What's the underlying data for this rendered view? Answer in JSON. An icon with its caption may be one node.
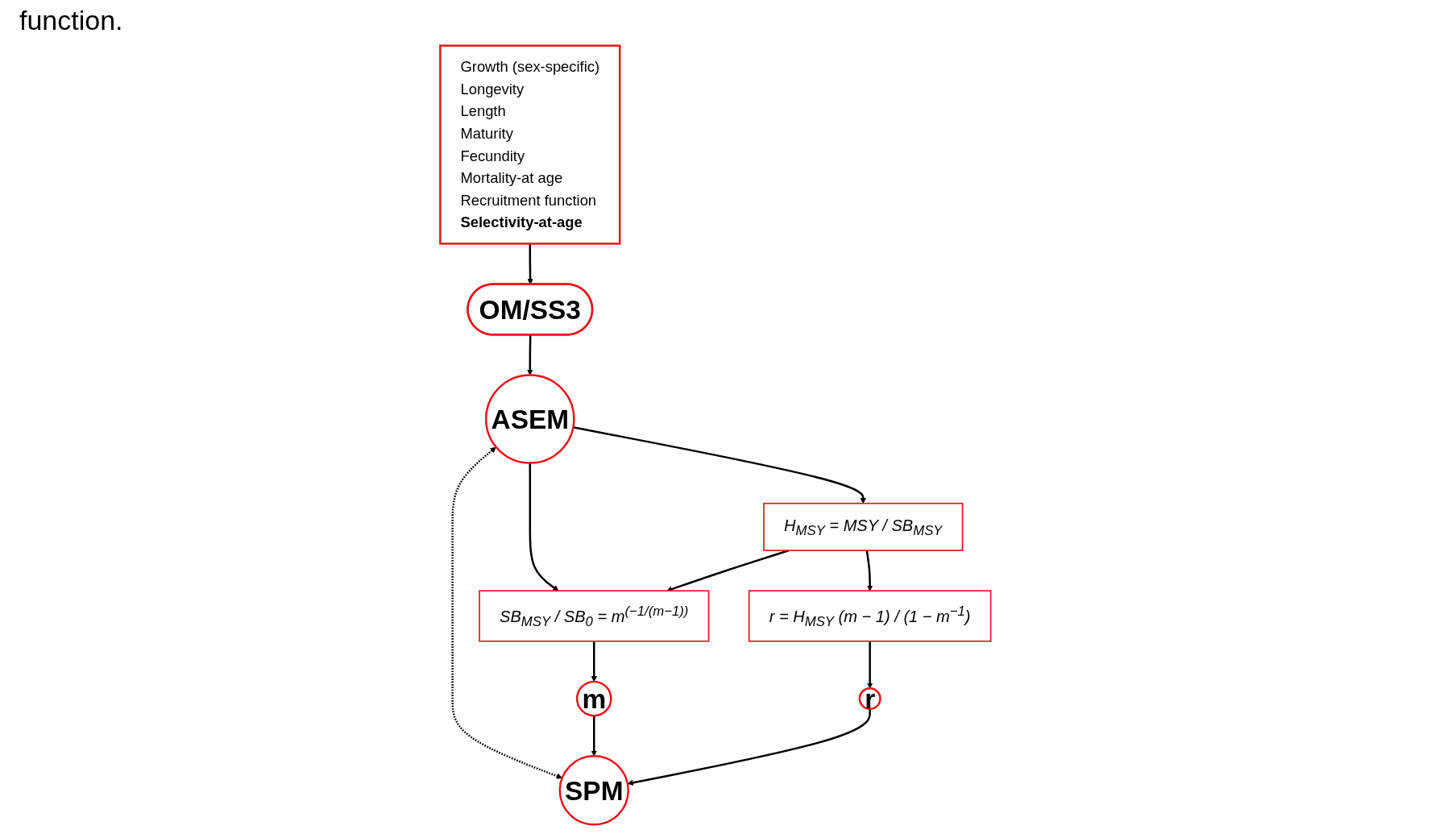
{
  "diagram": {
    "nodes": [
      {
        "text": [
          "Growth (sex-specific)",
          "Longevity",
          "Length",
          "Maturity",
          "Fecundity",
          "Mortality-at age",
          "Recruitment function",
          "Selectivity-at-age"
        ]
      },
      {
        "text": [
          "OM/SS3"
        ]
      },
      {
        "text": [
          "ASEM"
        ]
      },
      {
        "text": [
          "H$_{MSY}$ = MSY / SB$_{MSY}$"
        ]
      },
      {
        "text": [
          "SB$_{MSY}$ / SB$_{0}$ = m$^{(−1/(m−1))}$"
        ]
      },
      {
        "text": [
          "r = H$_{MSY}$ (m − 1) / (1 − m$^{−1}$)"
        ]
      },
      {
        "text": [
          "SPM"
        ]
      },
      {
        "text": [
          "m"
        ]
      },
      {
        "text": [
          "r"
        ]
      }
    ],
    "edges": [
      {
        "from": 0,
        "to": 1,
        "arrow": "to"
      },
      {
        "from": 1,
        "to": 2,
        "arrow": "to"
      },
      {
        "from": 2,
        "to": 3,
        "arrow": "to"
      },
      {
        "from": 2,
        "to": 4,
        "arrow": "to"
      },
      {
        "from": 3,
        "to": 4,
        "arrow": "to"
      },
      {
        "from": 3,
        "to": 5,
        "arrow": "to"
      },
      {
        "from": 2,
        "to": 6,
        "arrow": "both",
        "style": "dashed"
      },
      {
        "from": 4,
        "to": 7,
        "arrow": "to"
      },
      {
        "from": 5,
        "to": 8,
        "arrow": "to"
      },
      {
        "from": 7,
        "to": 6,
        "arrow": "to"
      },
      {
        "from": 8,
        "to": 6,
        "arrow": "to"
      }
    ],
    "labels": [
      "function."
    ]
  }
}
